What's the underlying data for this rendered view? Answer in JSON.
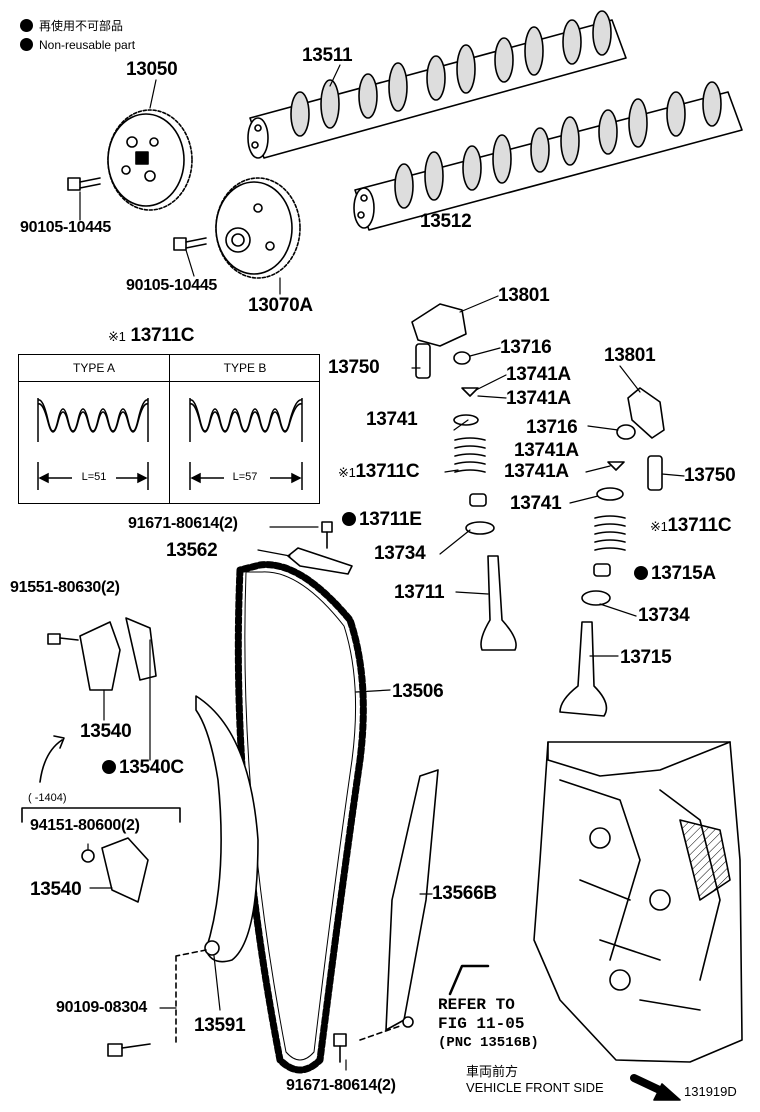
{
  "legend": {
    "jp": "再使用不可部品",
    "en": "Non-reusable part"
  },
  "type_box": {
    "marker": "※1",
    "part": "13711C",
    "type_a": "TYPE A",
    "type_b": "TYPE B",
    "len_a": "L=51",
    "len_b": "L=57"
  },
  "parts": {
    "p13511": "13511",
    "p13050": "13050",
    "p13512": "13512",
    "p90105_a": "90105-10445",
    "p90105_b": "90105-10445",
    "p13070a": "13070A",
    "p13801_a": "13801",
    "p13716_a": "13716",
    "p13750_a": "13750",
    "p13741a_1": "13741A",
    "p13741a_2": "13741A",
    "p13741_a": "13741",
    "p13711c_a": "13711C",
    "p13711e": "13711E",
    "p91671_top": "91671-80614(2)",
    "p13562": "13562",
    "p13734_a": "13734",
    "p13801_b": "13801",
    "p13716_b": "13716",
    "p13741a_3": "13741A",
    "p13741a_4": "13741A",
    "p13750_b": "13750",
    "p13741_b": "13741",
    "p13711c_b": "13711C",
    "p13715a": "13715A",
    "p13734_b": "13734",
    "p13711": "13711",
    "p13715": "13715",
    "p91551": "91551-80630(2)",
    "p13506": "13506",
    "p13540_a": "13540",
    "p13540c": "13540C",
    "p94151": "94151-80600(2)",
    "p13540_b": "13540",
    "p13566b": "13566B",
    "p90109": "90109-08304",
    "p13591": "13591",
    "p91671_bot": "91671-80614(2)"
  },
  "markers": {
    "note1": "※1"
  },
  "date_range": "(      -1404)",
  "refer": {
    "line1": "REFER TO",
    "line2": "FIG 11-05",
    "line3": "(PNC 13516B)"
  },
  "front": {
    "jp": "車両前方",
    "en": "VEHICLE FRONT SIDE"
  },
  "figure_id": "131919D"
}
